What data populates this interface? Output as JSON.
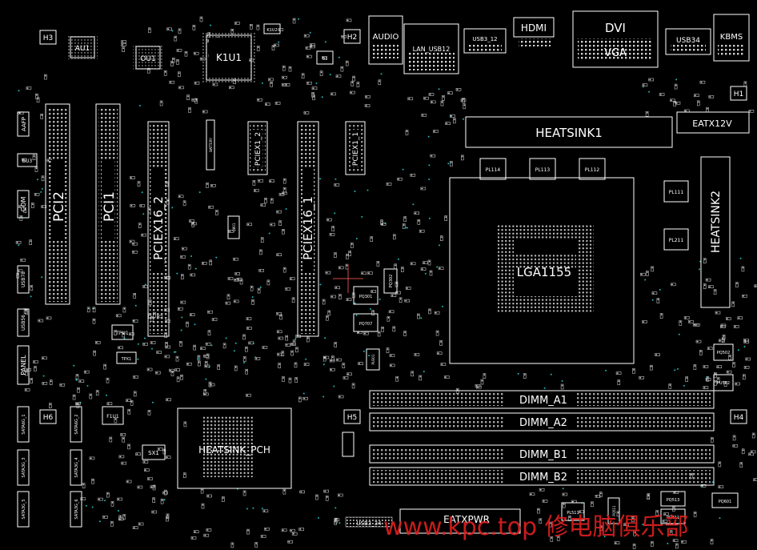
{
  "connectors": {
    "top": [
      "AUDIO",
      "LAN_USB12",
      "USB3_12",
      "HDMI",
      "DVI",
      "VGA",
      "USB34",
      "KBMS"
    ],
    "power": [
      "EATX12V",
      "EATXPWR"
    ],
    "usb_bottom": "USB3_34"
  },
  "slots": {
    "pci": [
      "PCI2",
      "PCI1"
    ],
    "pcie_x16": [
      "PCIEX16_2",
      "PCIEX16_1"
    ],
    "pcie_x1": [
      "PCIEX1_2",
      "PCIEX1_1"
    ],
    "dimm": [
      "DIMM_A1",
      "DIMM_A2",
      "DIMM_B1",
      "DIMM_B2"
    ]
  },
  "cpu": {
    "socket": "LGA1155",
    "heatsinks": [
      "HEATSINK1",
      "HEATSINK2"
    ],
    "power_stages": [
      "PL114",
      "PL113",
      "PL112",
      "PL111",
      "PL211"
    ]
  },
  "pch": {
    "heatsink": "HEATSINK_PCH"
  },
  "chips": [
    "AU1",
    "OU1",
    "K1U1",
    "TPU1",
    "TPX1",
    "F1U1",
    "SX1",
    "K1U2",
    "U1"
  ],
  "mount_holes": [
    "H1",
    "H2",
    "H3",
    "H4",
    "H5",
    "H6"
  ],
  "headers_left": [
    "AAFP",
    "BU3",
    "COM",
    "USB78",
    "USB56",
    "PANEL",
    "SATA6G_1",
    "SATA6G_2",
    "SATA3G_3",
    "SATA3G_4",
    "SATA3G_5",
    "SATA3G_6"
  ],
  "small_parts": [
    "PQ301",
    "PQ707",
    "PQ302",
    "PQ311",
    "PL511",
    "PQ513",
    "PQ601",
    "PQ511",
    "PQ502",
    "PU301",
    "PU502",
    "BATTERY",
    "Q801"
  ],
  "watermark": "www.kpc.top 修电脑俱乐部",
  "colors": {
    "background": "#000000",
    "silkscreen": "#ffffff",
    "pads": "#cfcfcf",
    "vias": "#1fb5b5",
    "cursor": "#d24a4a",
    "watermark": "#e02020"
  }
}
